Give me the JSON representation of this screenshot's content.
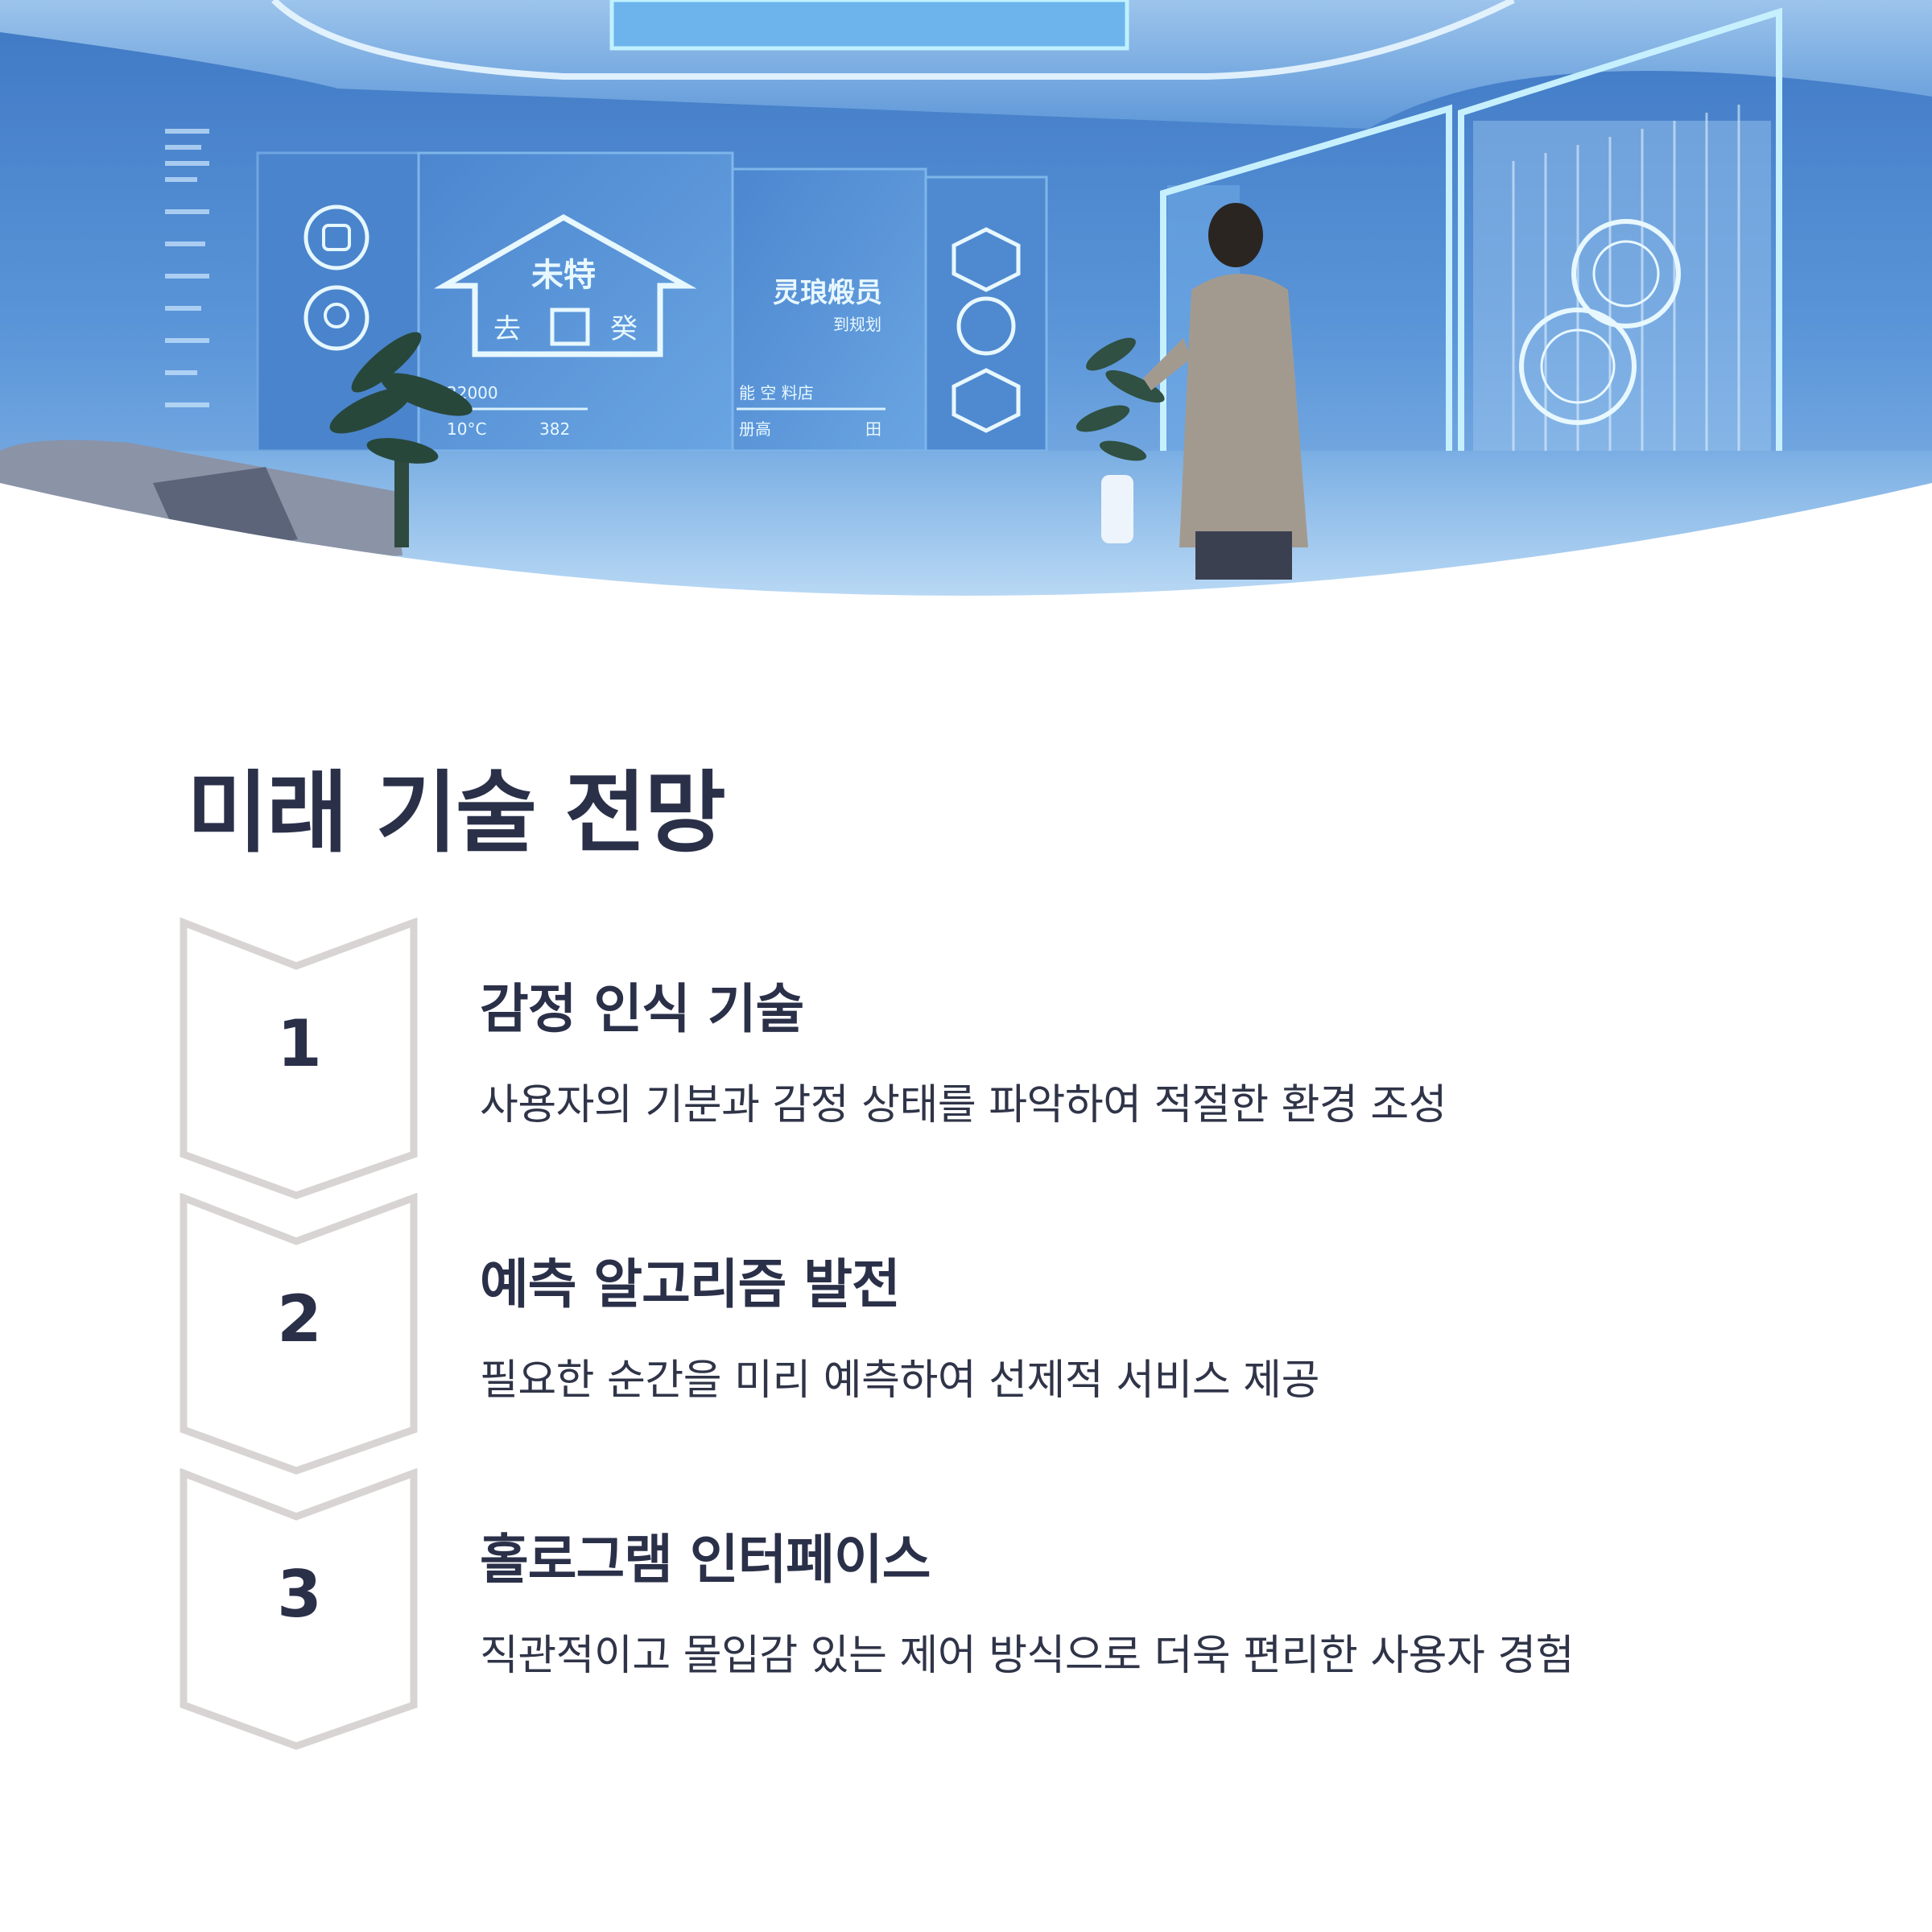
{
  "page_title": "미래 기술 전망",
  "colors": {
    "title": "#2b3049",
    "chevron_border": "#d8d4d3",
    "hero_blue": "#4f8fd6",
    "hero_glow": "#bfe4ff"
  },
  "hero": {
    "description_icon": "smart-home-scene-icon",
    "screen_texts": {
      "house_label_top": "未特",
      "house_label_left": "去",
      "house_label_right": "癸",
      "panel_title": "灵琅煅员",
      "panel_sub": "到规划",
      "stat_1": "22000",
      "stat_2": "10°C",
      "stat_3": "382",
      "stat_4": "能 空 料店",
      "stat_5": "册高",
      "stat_6": "田"
    }
  },
  "steps": [
    {
      "number": "1",
      "title": "감정 인식 기술",
      "description": "사용자의 기분과 감정 상태를 파악하여 적절한 환경 조성"
    },
    {
      "number": "2",
      "title": "예측 알고리즘 발전",
      "description": "필요한 순간을 미리 예측하여 선제적 서비스 제공"
    },
    {
      "number": "3",
      "title": "홀로그램 인터페이스",
      "description": "직관적이고 몰입감 있는 제어 방식으로 더욱 편리한 사용자 경험"
    }
  ]
}
